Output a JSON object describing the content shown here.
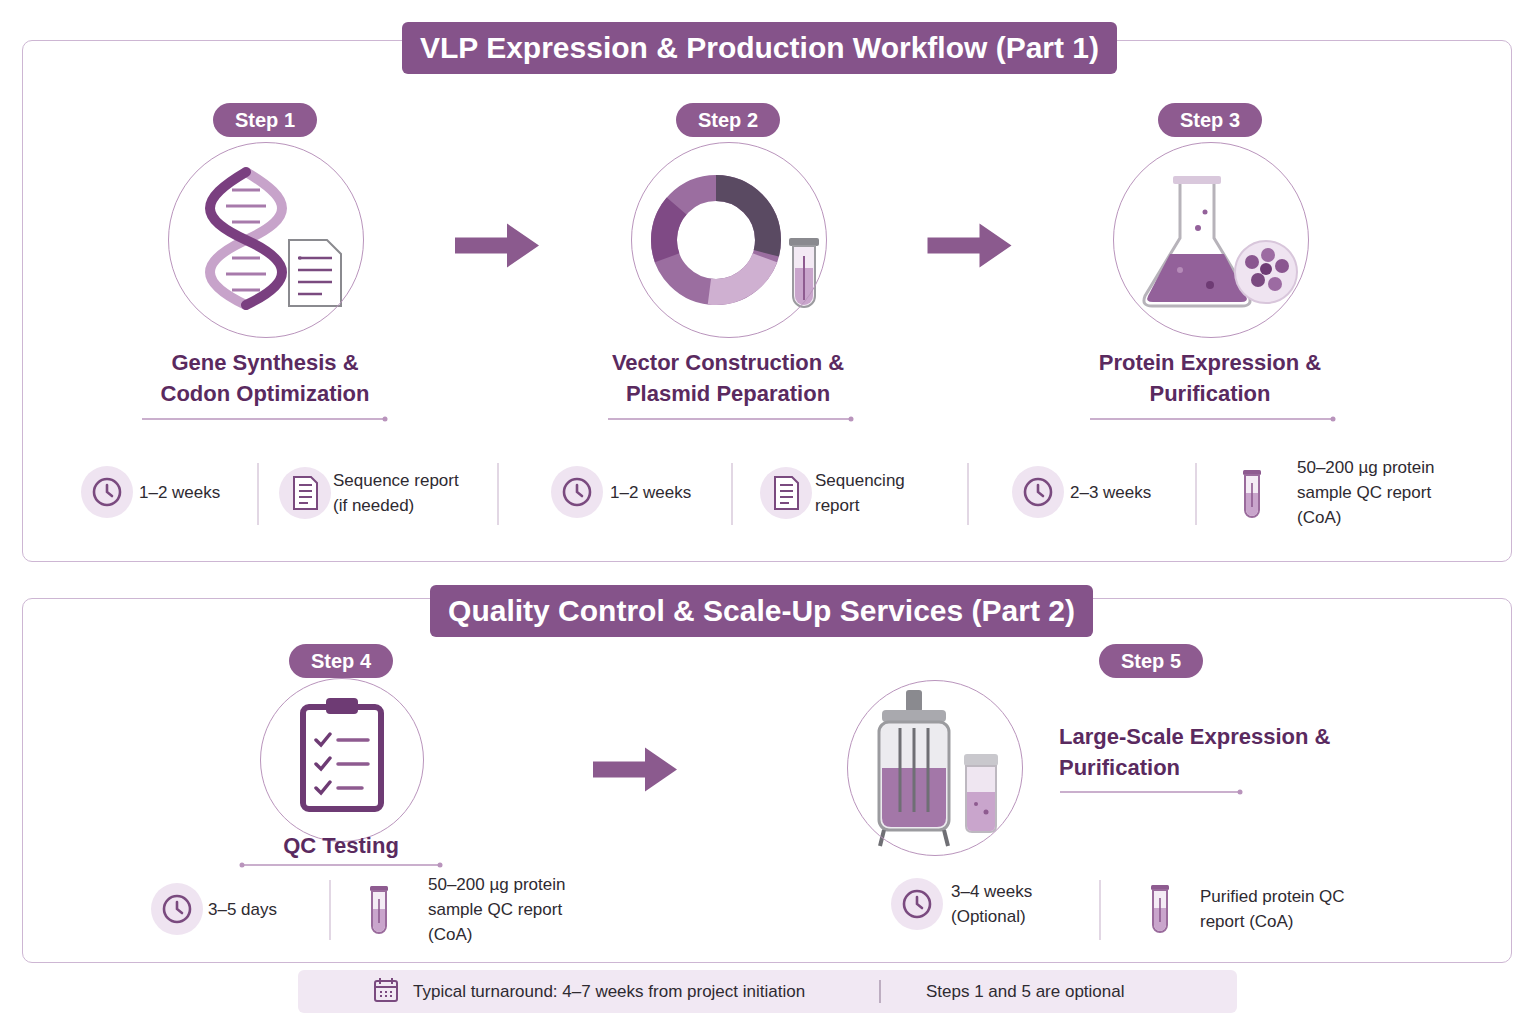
{
  "diagram": {
    "nodes": [
      {
        "text": [
          "VLP Expression & Production Workflow (Part 1)"
        ]
      },
      {
        "text": [
          "Step 1",
          "Gene Synthesis & Codon Optimization"
        ],
        "in": 0
      },
      {
        "text": [
          "Step 2",
          "Vector Construction & Plasmid Peparation"
        ],
        "in": 0
      },
      {
        "text": [
          "Step 3",
          "Protein Expression & Purification"
        ],
        "in": 0
      },
      {
        "text": [
          "Quality Control & Scale-Up Services (Part 2)"
        ]
      },
      {
        "text": [
          "Step 4",
          "QC Testing"
        ],
        "in": 4
      },
      {
        "text": [
          "Step 5",
          "Large-Scale Expression & Purification"
        ],
        "in": 4
      },
      {
        "text": [
          "Typical turnaround: 4–7 weeks from project initiation",
          "Steps 1 and 5 are optional"
        ]
      }
    ],
    "edges": [
      {
        "from": 1,
        "to": 2,
        "arrow": "to"
      },
      {
        "from": 2,
        "to": 3,
        "arrow": "to"
      },
      {
        "from": 5,
        "to": 6,
        "arrow": "to"
      }
    ],
    "labels": [
      "1–2 weeks",
      "Sequence report (if needed)",
      "1–2 weeks",
      "Sequencing report",
      "2–3 weeks",
      "50–200 µg protein sample QC report (CoA)",
      "3–5 days",
      "50–200 µg protein sample QC report (CoA)",
      "3–4 weeks (Optional)",
      "Purified protein QC report (CoA)"
    ]
  }
}
